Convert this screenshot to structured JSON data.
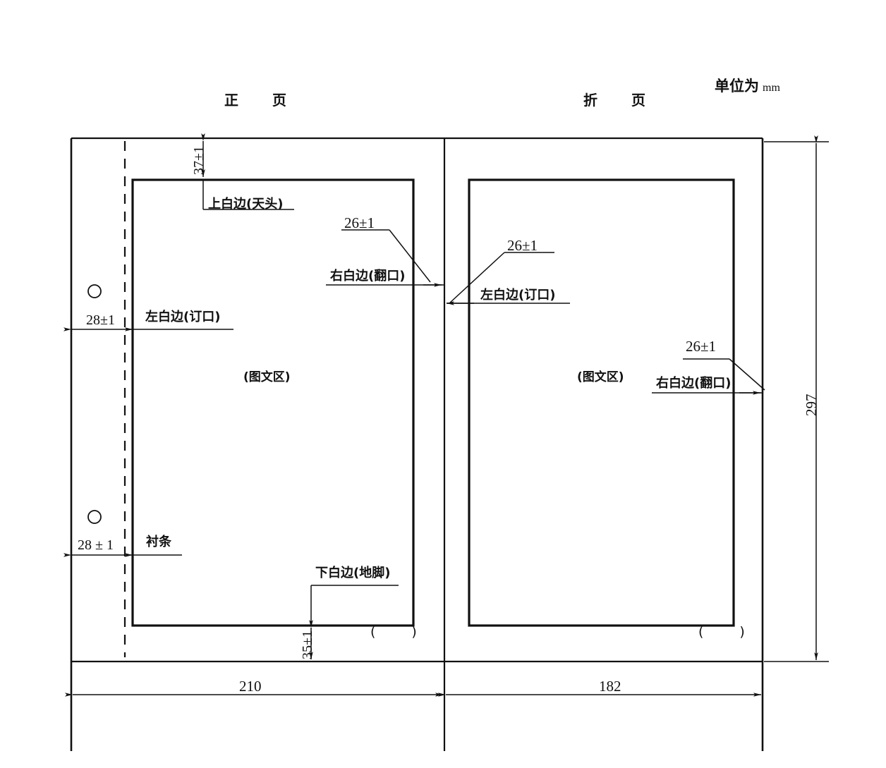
{
  "figure": {
    "unit_note_cn": "单位为",
    "unit_note_unit": "mm",
    "headers": {
      "front_page": "正　页",
      "fold_page": "折　页"
    }
  },
  "front_page": {
    "content_area_label": "(图文区)",
    "placeholder": "(　)",
    "margins": [
      {
        "name": "top-margin",
        "label": "上白边(天头)",
        "value": "37±1"
      },
      {
        "name": "right-margin",
        "label": "右白边(翻口)",
        "value": "26±1"
      },
      {
        "name": "left-margin",
        "label": "左白边(订口)",
        "value": "28±1"
      },
      {
        "name": "bottom-margin",
        "label": "下白边(地脚)",
        "value": "35±1"
      }
    ],
    "lining_strip_label": "衬条",
    "lining_strip_value": "28 ± 1",
    "width_dimension": "210"
  },
  "fold_page": {
    "content_area_label": "(图文区)",
    "placeholder": "(　)",
    "margins": [
      {
        "name": "left-margin",
        "label": "左白边(订口)",
        "value": "26±1"
      },
      {
        "name": "right-margin",
        "label": "右白边(翻口)",
        "value": "26±1"
      }
    ],
    "width_dimension": "182"
  },
  "overall": {
    "height_dimension": "297"
  },
  "colors": {
    "line": "#111111",
    "background": "#ffffff"
  }
}
